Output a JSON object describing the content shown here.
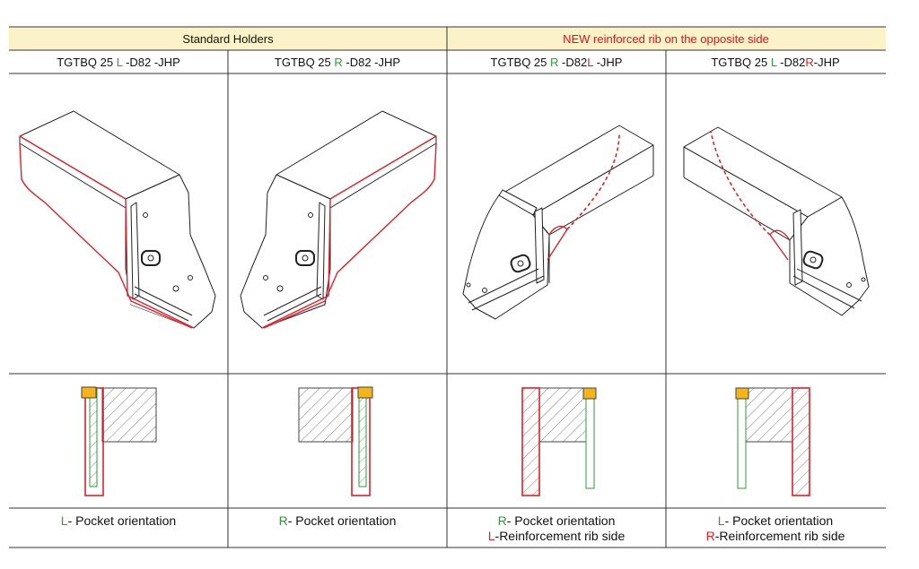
{
  "header": {
    "left": "Standard Holders",
    "right": "NEW reinforced rib on the opposite side"
  },
  "columns": [
    {
      "code": [
        {
          "text": "TGTBQ 25 ",
          "c": "k"
        },
        {
          "text": "L",
          "c": "g"
        },
        {
          "text": " -D82 -JHP",
          "c": "k"
        }
      ],
      "caption": [
        [
          {
            "text": "L",
            "c": "g"
          },
          {
            "text": "- Pocket orientation",
            "c": "k"
          }
        ]
      ]
    },
    {
      "code": [
        {
          "text": "TGTBQ 25 ",
          "c": "k"
        },
        {
          "text": "R",
          "c": "g"
        },
        {
          "text": " -D82 -JHP",
          "c": "k"
        }
      ],
      "caption": [
        [
          {
            "text": "R",
            "c": "g"
          },
          {
            "text": "- Pocket orientation",
            "c": "k"
          }
        ]
      ]
    },
    {
      "code": [
        {
          "text": "TGTBQ 25 ",
          "c": "k"
        },
        {
          "text": "R",
          "c": "g"
        },
        {
          "text": " -D82",
          "c": "k"
        },
        {
          "text": "L",
          "c": "r"
        },
        {
          "text": " -JHP",
          "c": "k"
        }
      ],
      "caption": [
        [
          {
            "text": "R",
            "c": "g"
          },
          {
            "text": "- Pocket orientation",
            "c": "k"
          }
        ],
        [
          {
            "text": "L",
            "c": "r"
          },
          {
            "text": "-Reinforcement rib side",
            "c": "k"
          }
        ]
      ]
    },
    {
      "code": [
        {
          "text": "TGTBQ 25 ",
          "c": "k"
        },
        {
          "text": "L",
          "c": "g"
        },
        {
          "text": " -D82",
          "c": "k"
        },
        {
          "text": "R",
          "c": "r"
        },
        {
          "text": "-JHP",
          "c": "k"
        }
      ],
      "caption": [
        [
          {
            "text": "L",
            "c": "g"
          },
          {
            "text": "- Pocket orientation",
            "c": "k"
          }
        ],
        [
          {
            "text": "R",
            "c": "r"
          },
          {
            "text": "-Reinforcement rib side",
            "c": "k"
          }
        ]
      ]
    }
  ],
  "colors": {
    "header_bg": "#fbf3c7",
    "header_accent": "#e0101f",
    "green": "#2f9a3a",
    "red": "#e01f2a",
    "insert": "#f5b417",
    "line": "#222222",
    "hatch": "#555555"
  },
  "icons": [
    "tool-holder-illustration",
    "cross-section-illustration",
    "cutting-insert-icon"
  ]
}
